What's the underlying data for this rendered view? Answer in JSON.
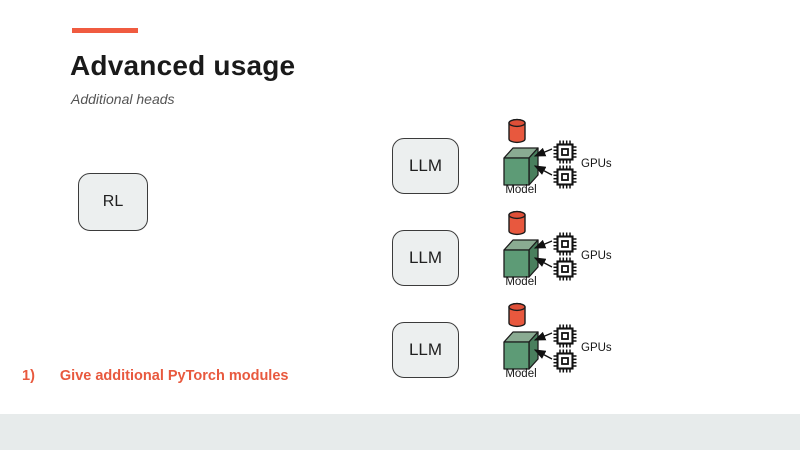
{
  "slide": {
    "title": "Advanced usage",
    "subtitle": "Additional heads",
    "rl_box": {
      "label": "RL"
    },
    "rows": [
      {
        "llm_label": "LLM",
        "model_label": "Model",
        "gpus_label": "GPUs"
      },
      {
        "llm_label": "LLM",
        "model_label": "Model",
        "gpus_label": "GPUs"
      },
      {
        "llm_label": "LLM",
        "model_label": "Model",
        "gpus_label": "GPUs"
      }
    ],
    "footnote": {
      "number": "1)",
      "text": "Give additional PyTorch modules"
    },
    "colors": {
      "accent": "#F05B40",
      "footnote": "#E8593E",
      "box_fill": "#ECEFEF",
      "box_border": "#3B3B3B",
      "cube_front": "#5D9B76",
      "cube_top": "#8AAB92",
      "cube_side": "#497F5D",
      "cylinder": "#E8583E",
      "bottom_band": "#E7EBEB"
    }
  }
}
